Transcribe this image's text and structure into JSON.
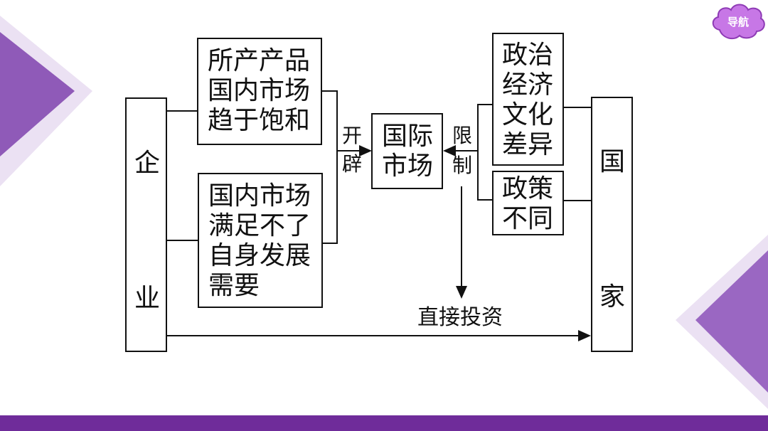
{
  "colors": {
    "purple_dark": "#7a3c9e",
    "purple_mid": "#9b6bc0",
    "purple_light": "#d8c6e8",
    "bar": "#6f2c9a",
    "nav_fill": "#c777e6"
  },
  "nav": {
    "label": "导航",
    "icon": "cloud-shape"
  },
  "diagram": {
    "enterprise": [
      "企",
      "业"
    ],
    "country": [
      "国",
      "家"
    ],
    "reason_top": [
      "所产产品",
      "国内市场",
      "趋于饱和"
    ],
    "reason_bottom": [
      "国内市场",
      "满足不了",
      "自身发展",
      "需要"
    ],
    "open_label": [
      "开",
      "辟"
    ],
    "market": [
      "国际",
      "市场"
    ],
    "limit_label": [
      "限",
      "制"
    ],
    "diff_top": [
      "政治",
      "经济",
      "文化",
      "差异"
    ],
    "diff_bottom": [
      "政策",
      "不同"
    ],
    "direct_investment": "直接投资"
  }
}
